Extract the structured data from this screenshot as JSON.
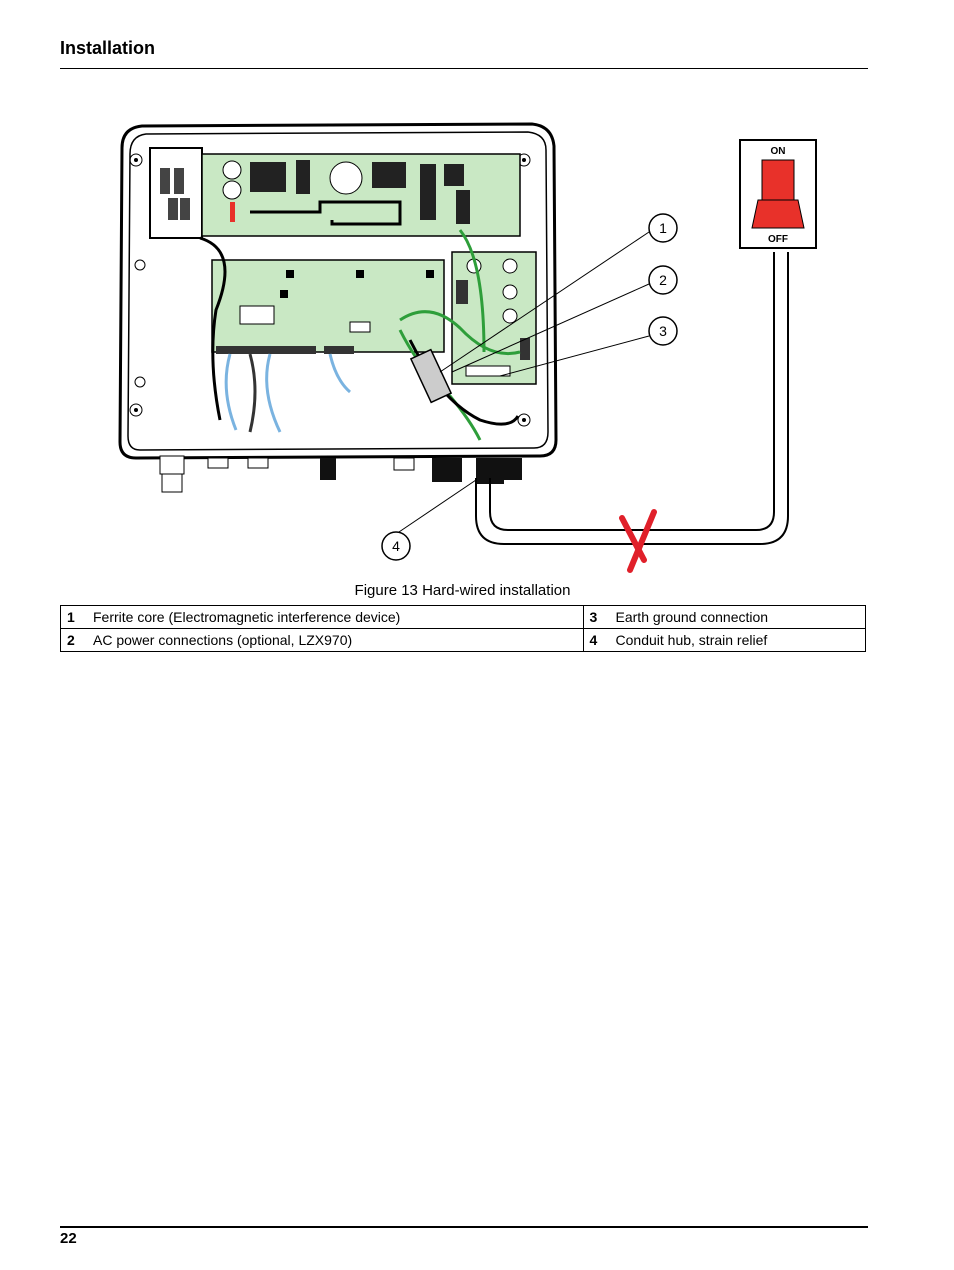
{
  "header": {
    "title": "Installation"
  },
  "figure": {
    "caption": "Figure 13 Hard-wired installation",
    "callouts": [
      "1",
      "2",
      "3",
      "4"
    ],
    "switch": {
      "on_label": "ON",
      "off_label": "OFF"
    },
    "colors": {
      "switch_red": "#e8312a",
      "board_green": "#c9e8c4",
      "wire_green": "#2e9e3a",
      "wire_blue": "#7ab3e0",
      "x_mark": "#e0202a"
    }
  },
  "legend": {
    "rows": [
      {
        "left_num": "1",
        "left_text": "Ferrite core (Electromagnetic interference device)",
        "right_num": "3",
        "right_text": "Earth ground connection"
      },
      {
        "left_num": "2",
        "left_text": "AC power connections (optional, LZX970)",
        "right_num": "4",
        "right_text": "Conduit hub, strain relief"
      }
    ]
  },
  "footer": {
    "page_number": "22"
  }
}
